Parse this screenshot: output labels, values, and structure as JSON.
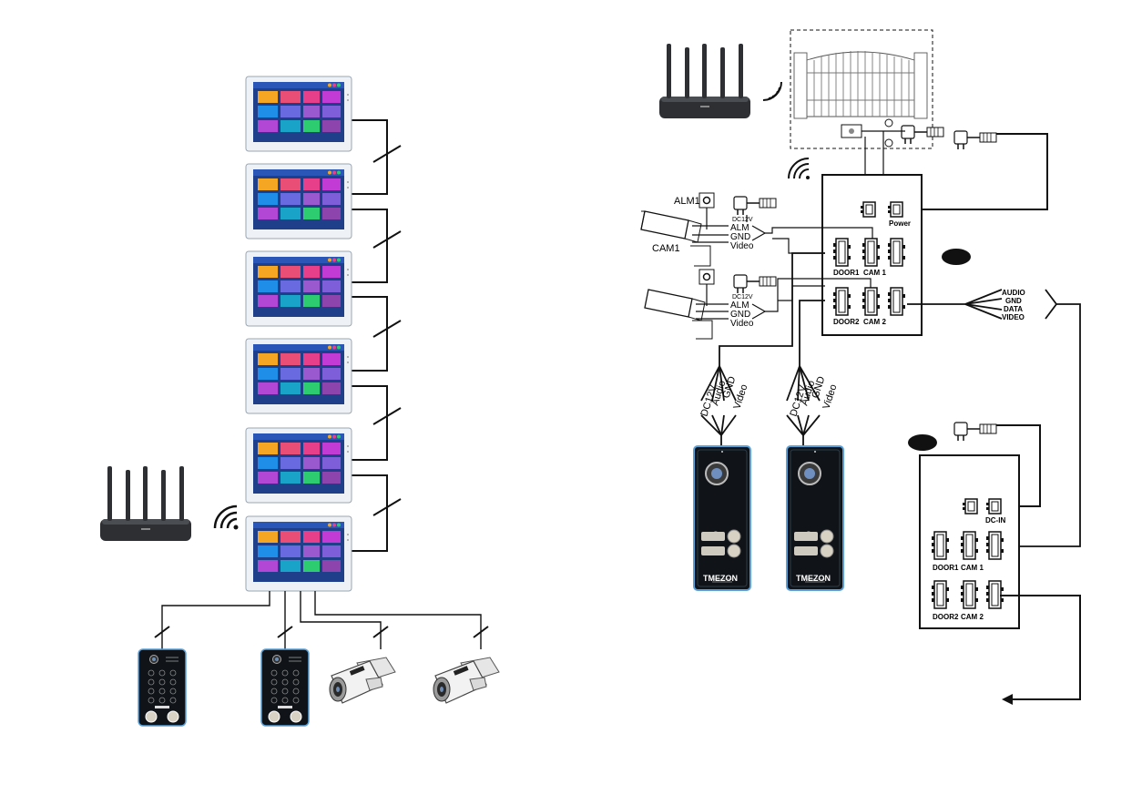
{
  "colors": {
    "line": "#111111",
    "monitor_bezel": "#dde3ea",
    "monitor_screen": "#1f3f8a",
    "tile_colors": [
      "#f5a623",
      "#e94e77",
      "#e83f8a",
      "#c23bd4",
      "#1e8ee8",
      "#6a6ae0",
      "#9b59d0",
      "#7f5fd9",
      "#b247d6",
      "#1aa3c8",
      "#2ecc71",
      "#27ae60",
      "#8e44ad"
    ],
    "door_panel": "#101418",
    "door_panel_trim": "#5aa0d8",
    "camera_body": "#ececec",
    "router_body": "#2d2f33",
    "badge": "#111111"
  },
  "left_system": {
    "monitors": [
      "monitor-1",
      "monitor-2",
      "monitor-3",
      "monitor-4",
      "monitor-5",
      "monitor-6"
    ],
    "door_stations": [
      "keypad-station-1",
      "keypad-station-2"
    ],
    "cameras": [
      "camera-1",
      "camera-2"
    ],
    "router": "router-icon",
    "wifi": "wifi-icon"
  },
  "right_wiring": {
    "alarm_label": "ALM1",
    "camera_label": "CAM1",
    "camera_wires": [
      "DC12V",
      "ALM",
      "GND",
      "Video"
    ],
    "door_wires": [
      "DC12V",
      "Audio",
      "GND",
      "Video"
    ],
    "bus_wires": [
      "AUDIO",
      "GND",
      "DATA",
      "VIDEO"
    ],
    "door_station_brand": "TMEZON",
    "master_unit": {
      "power_label": "Power",
      "ports": [
        "DOOR1",
        "CAM 1",
        "DOOR2",
        "CAM 2"
      ]
    },
    "extension_unit": {
      "dcin_label": "DC-IN",
      "ports": [
        "DOOR1",
        "CAM 1",
        "DOOR2",
        "CAM 2"
      ]
    }
  }
}
